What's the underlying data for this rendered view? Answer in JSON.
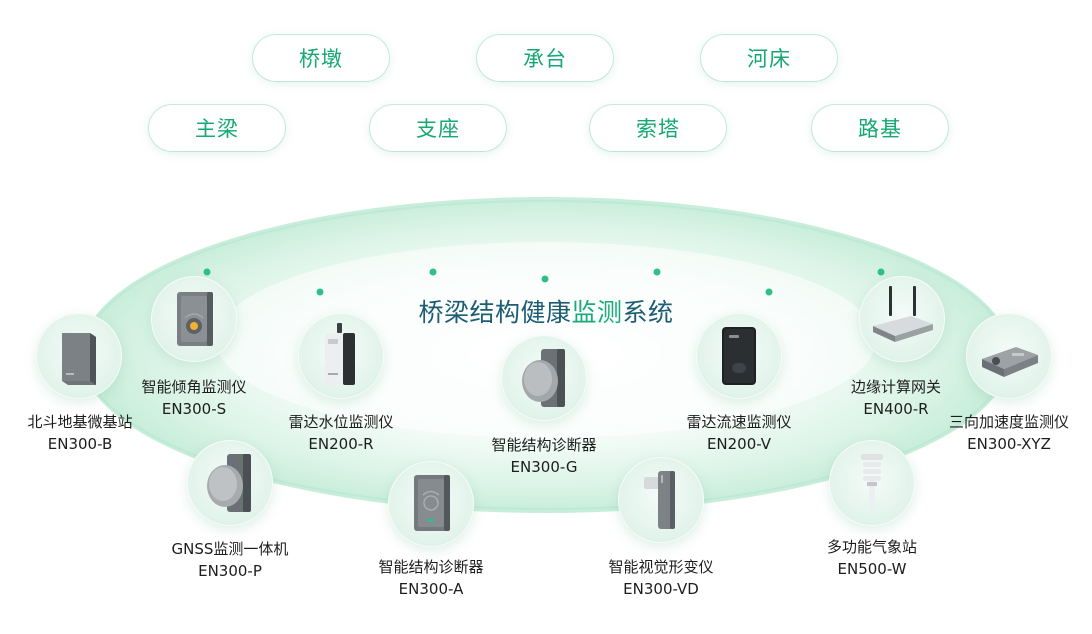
{
  "title": {
    "part1": "桥梁结构健康",
    "part2": "监测",
    "part3": "系统"
  },
  "components": {
    "qiaodun": "桥墩",
    "chengtai": "承台",
    "hechuang": "河床",
    "zhuliang": "主梁",
    "zhizuo": "支座",
    "suota": "索塔",
    "luji": "路基"
  },
  "devices": {
    "beidou": {
      "name": "北斗地基微基站",
      "model": "EN300-B",
      "icon": "station-box-icon"
    },
    "tilt": {
      "name": "智能倾角监测仪",
      "model": "EN300-S",
      "icon": "tilt-sensor-icon"
    },
    "gnss": {
      "name": "GNSS监测一体机",
      "model": "EN300-P",
      "icon": "gnss-receiver-icon"
    },
    "radar_level": {
      "name": "雷达水位监测仪",
      "model": "EN200-R",
      "icon": "radar-level-icon"
    },
    "diag_a": {
      "name": "智能结构诊断器",
      "model": "EN300-A",
      "icon": "diagnostic-a-icon"
    },
    "diag_g": {
      "name": "智能结构诊断器",
      "model": "EN300-G",
      "icon": "diagnostic-g-icon"
    },
    "vision": {
      "name": "智能视觉形变仪",
      "model": "EN300-VD",
      "icon": "vision-sensor-icon"
    },
    "radar_flow": {
      "name": "雷达流速监测仪",
      "model": "EN200-V",
      "icon": "radar-flow-icon"
    },
    "gateway": {
      "name": "边缘计算网关",
      "model": "EN400-R",
      "icon": "gateway-router-icon"
    },
    "weather": {
      "name": "多功能气象站",
      "model": "EN500-W",
      "icon": "weather-station-icon"
    },
    "accel": {
      "name": "三向加速度监测仪",
      "model": "EN300-XYZ",
      "icon": "accelerometer-icon"
    }
  },
  "colors": {
    "accent": "#14a873",
    "title": "#1c5d74",
    "ring": "#b9e9d2"
  }
}
